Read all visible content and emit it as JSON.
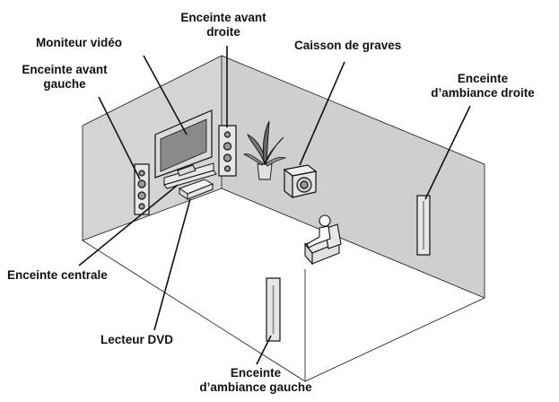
{
  "labels": {
    "video_monitor": "Moniteur vidéo",
    "front_right": [
      "Enceinte avant",
      "droite"
    ],
    "subwoofer": "Caisson de graves",
    "front_left": [
      "Enceinte avant",
      "gauche"
    ],
    "surround_right": [
      "Enceinte",
      "d’ambiance droite"
    ],
    "center": "Enceinte centrale",
    "dvd": "Lecteur DVD",
    "surround_left": [
      "Enceinte",
      "d’ambiance gauche"
    ]
  },
  "colors": {
    "wall": "#d4d4d4",
    "floor": "#ffffff",
    "line": "#111111",
    "device": "#e6e6e6",
    "screen": "#8a8a8a"
  }
}
